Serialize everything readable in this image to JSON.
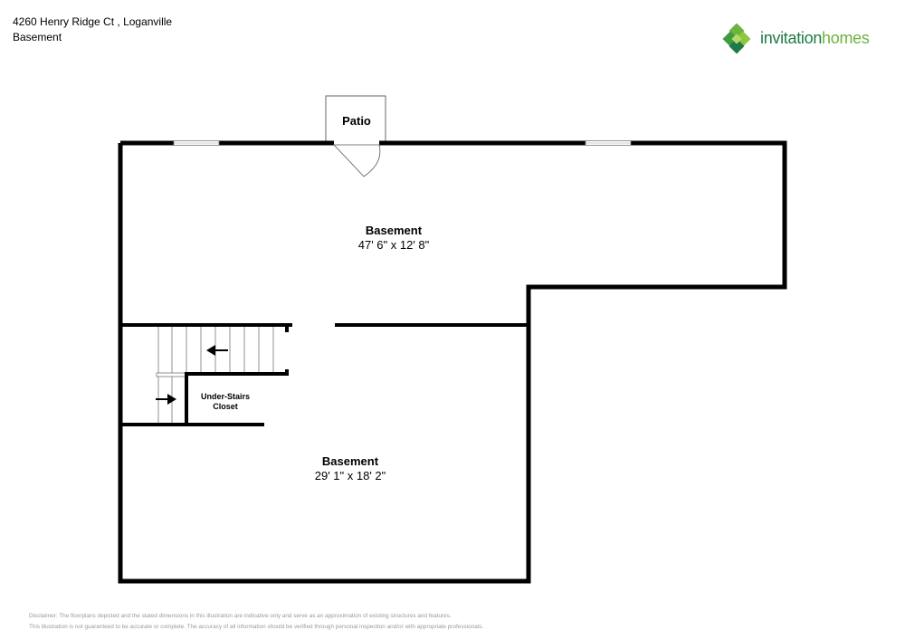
{
  "header": {
    "address": "4260 Henry Ridge Ct , Loganville",
    "level": "Basement"
  },
  "logo": {
    "icon": "diamond-cluster-icon",
    "text_part1": "invitation",
    "text_part2": "homes",
    "colors": {
      "dark_green": "#1e7a46",
      "light_green": "#6cb33f"
    }
  },
  "rooms": [
    {
      "name": "Patio",
      "dims": ""
    },
    {
      "name": "Basement",
      "dims": "47' 6\" x 12' 8\""
    },
    {
      "name": "Under-Stairs",
      "name2": "Closet"
    },
    {
      "name": "Basement",
      "dims": "29' 1\" x 18' 2\""
    }
  ],
  "disclaimer": {
    "line1": "Disclaimer: The floorplans depicted and the stated dimensions in this illustration are indicative only and serve as an approximation of existing structures and features.",
    "line2": "This illustration is not guaranteed to be accurate or complete. The accuracy of all information should be verified through personal inspection and/or with appropriate professionals."
  },
  "colors": {
    "wall": "#000000",
    "thin_line": "#666666",
    "disclaimer": "#9a9a9a"
  }
}
